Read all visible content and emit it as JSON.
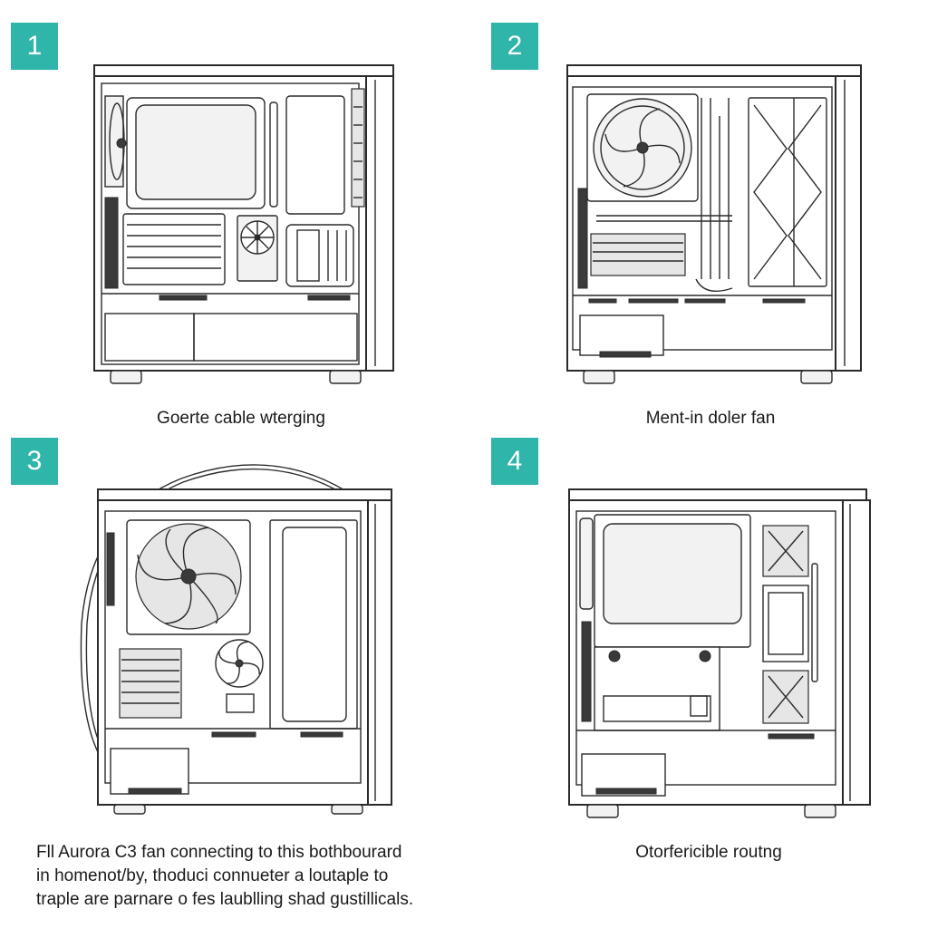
{
  "accent_color": "#2fb5a9",
  "panels": [
    {
      "number": "1",
      "caption": "Goerte cable wterging",
      "icon": "pc-case-cable-routing-icon"
    },
    {
      "number": "2",
      "caption": "Ment-in doler fan",
      "icon": "pc-case-cooler-fan-icon"
    },
    {
      "number": "3",
      "caption_lines": [
        "Fll Aurora C3 fan connecting to this bothbourard",
        "in homenot/by, thoduci connueter a loutaple to",
        "traple are parnare o fes laublling shad gustillicals."
      ],
      "icon": "pc-case-fan-connection-icon"
    },
    {
      "number": "4",
      "caption": "Otorfericible routng",
      "icon": "pc-case-routing-icon"
    }
  ]
}
